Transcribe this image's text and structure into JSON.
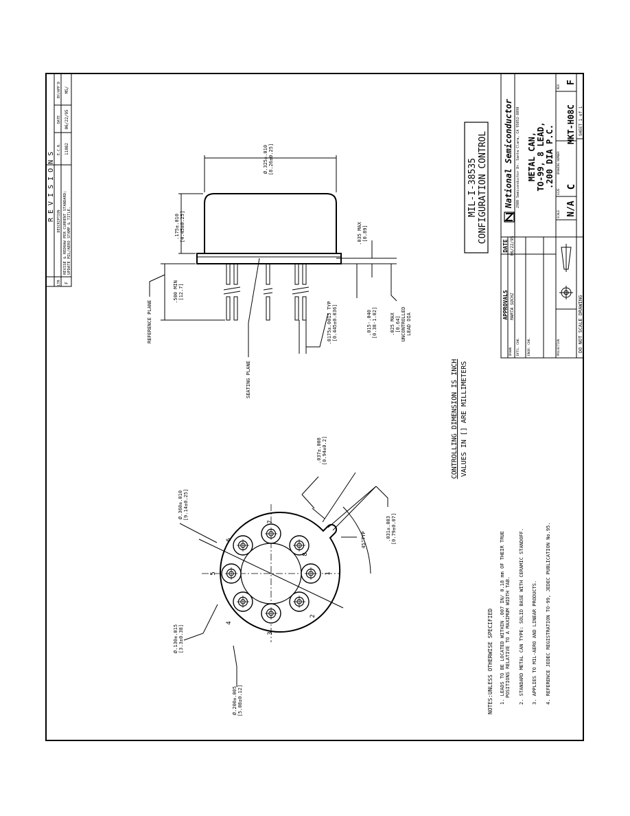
{
  "revisions": {
    "header": "R E V I S I O N S",
    "cols": {
      "ltr": "LTR",
      "description": "DESCRIPTION",
      "ecn": "E.C.N.",
      "date": "DATE",
      "by": "BY/APP'D"
    },
    "row": {
      "ltr": "F",
      "desc1": "REVISE & REDRAW PER CURRENT STANDARD;",
      "desc2": "UPDATE MIL/AERO STAMP & TITLE.",
      "ecn": "11082",
      "date": "06/22/95",
      "by": "MS/"
    }
  },
  "stamp": {
    "line1": "MIL-I-38535",
    "line2": "CONFIGURATION CONTROL"
  },
  "controlling": {
    "line1": "CONTROLLING DIMENSION IS INCH",
    "line2": "VALUES IN [] ARE MILLIMETERS"
  },
  "side_view": {
    "reference_plane": "REFERENCE PLANE",
    "seating_plane": "SEATING PLANE",
    "dia_325a": "Ø.325±.010",
    "dia_325b": "[8.26±0.25]",
    "h175a": ".175±.010",
    "h175b": "[4.45±0.25]",
    "lead500a": ".500 MIN",
    "lead500b": "[12.7]",
    "max035a": ".035 MAX",
    "max035b": "[0.89]",
    "lead0175a": ".0175±.0015 TYP",
    "lead0175b": "[0.445±0.036]",
    "d015a": ".015-.040",
    "d015b": "[0.38-1.02]",
    "d025a": ".025 MAX",
    "d025b": "[0.64]",
    "d025c": "UNCONTROLLED",
    "d025d": "LEAD DIA"
  },
  "bottom_view": {
    "dia360a": "Ø.360±.010",
    "dia360b": "[9.14±0.25]",
    "tab037a": ".037±.008",
    "tab037b": "[0.94±0.2]",
    "angle": "45°TYP",
    "tab031a": ".031±.003",
    "tab031b": "[0.79±0.07]",
    "dia130a": "Ø.130±.015",
    "dia130b": "[3.3±0.38]",
    "dia200a": "Ø.200±.005",
    "dia200b": "[5.08±0.12]",
    "pins": [
      "1",
      "2",
      "3",
      "4",
      "5",
      "6",
      "7",
      "8"
    ]
  },
  "notes": {
    "title": "NOTES:UNLESS OTHERWISE SPECIFIED",
    "n1a": "1. LEADS TO BE LOCATED WITHIN .007 IN/ 0.18 mm OF THEIR TRUE",
    "n1b": "POSITIONS RELATIVE TO A MAXIMUM WIDTH TAB.",
    "n2": "2. STANDARD METAL CAN TYPE: SOLID BASE WITH CERAMIC STANDOFF.",
    "n3": "3. APPLIES TO MIL-AERO AND LINEAR PRODUCTS.",
    "n4": "4. REFERENCE JEDEC REGISTRATION TO-99, JEDEC PUBLICATION No.95."
  },
  "title_block": {
    "approvals": "APPROVALS",
    "date_hdr": "DATE",
    "drawn_lbl": "DRAWN",
    "drawn_by": "MARTA SOCHI",
    "drawn_date": "06/22/95",
    "dftg_lbl": "DFTG. CHK.",
    "engr_lbl": "ENGR. CHK.",
    "company": "National Semiconductor",
    "address": "2900 Semiconductor Dr. Santa Clara, CA 95052-8090",
    "title1": "METAL CAN,",
    "title2": "TO-99, 8 LEAD,",
    "title3": ".200 DIA P.C.",
    "proj_lbl": "PROJECTION",
    "scale_lbl": "SCALE",
    "scale": "N/A",
    "size_lbl": "SIZE",
    "size": "C",
    "dwg_lbl": "DRAWING NUMBER",
    "dwg": "MKT-H08C",
    "rev_lbl": "REV",
    "rev": "F",
    "noscale": "DO NOT SCALE DRAWING",
    "sheet": "SHEET 1 of 1"
  }
}
